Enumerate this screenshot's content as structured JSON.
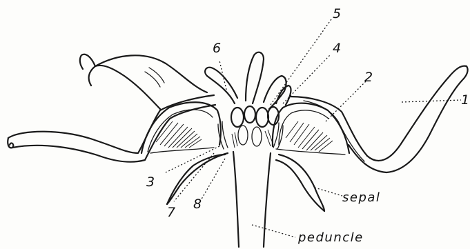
{
  "labels": {
    "petal": "1",
    "label_2": "2",
    "label_3": "3",
    "label_4": "4",
    "label_5": "5",
    "label_6": "6",
    "label_7": "7",
    "label_8": "8",
    "sepal": "sepal",
    "peduncle": "peduncle"
  },
  "colors": {
    "ink": "#1a1a1a",
    "paper": "#fdfdfb"
  }
}
